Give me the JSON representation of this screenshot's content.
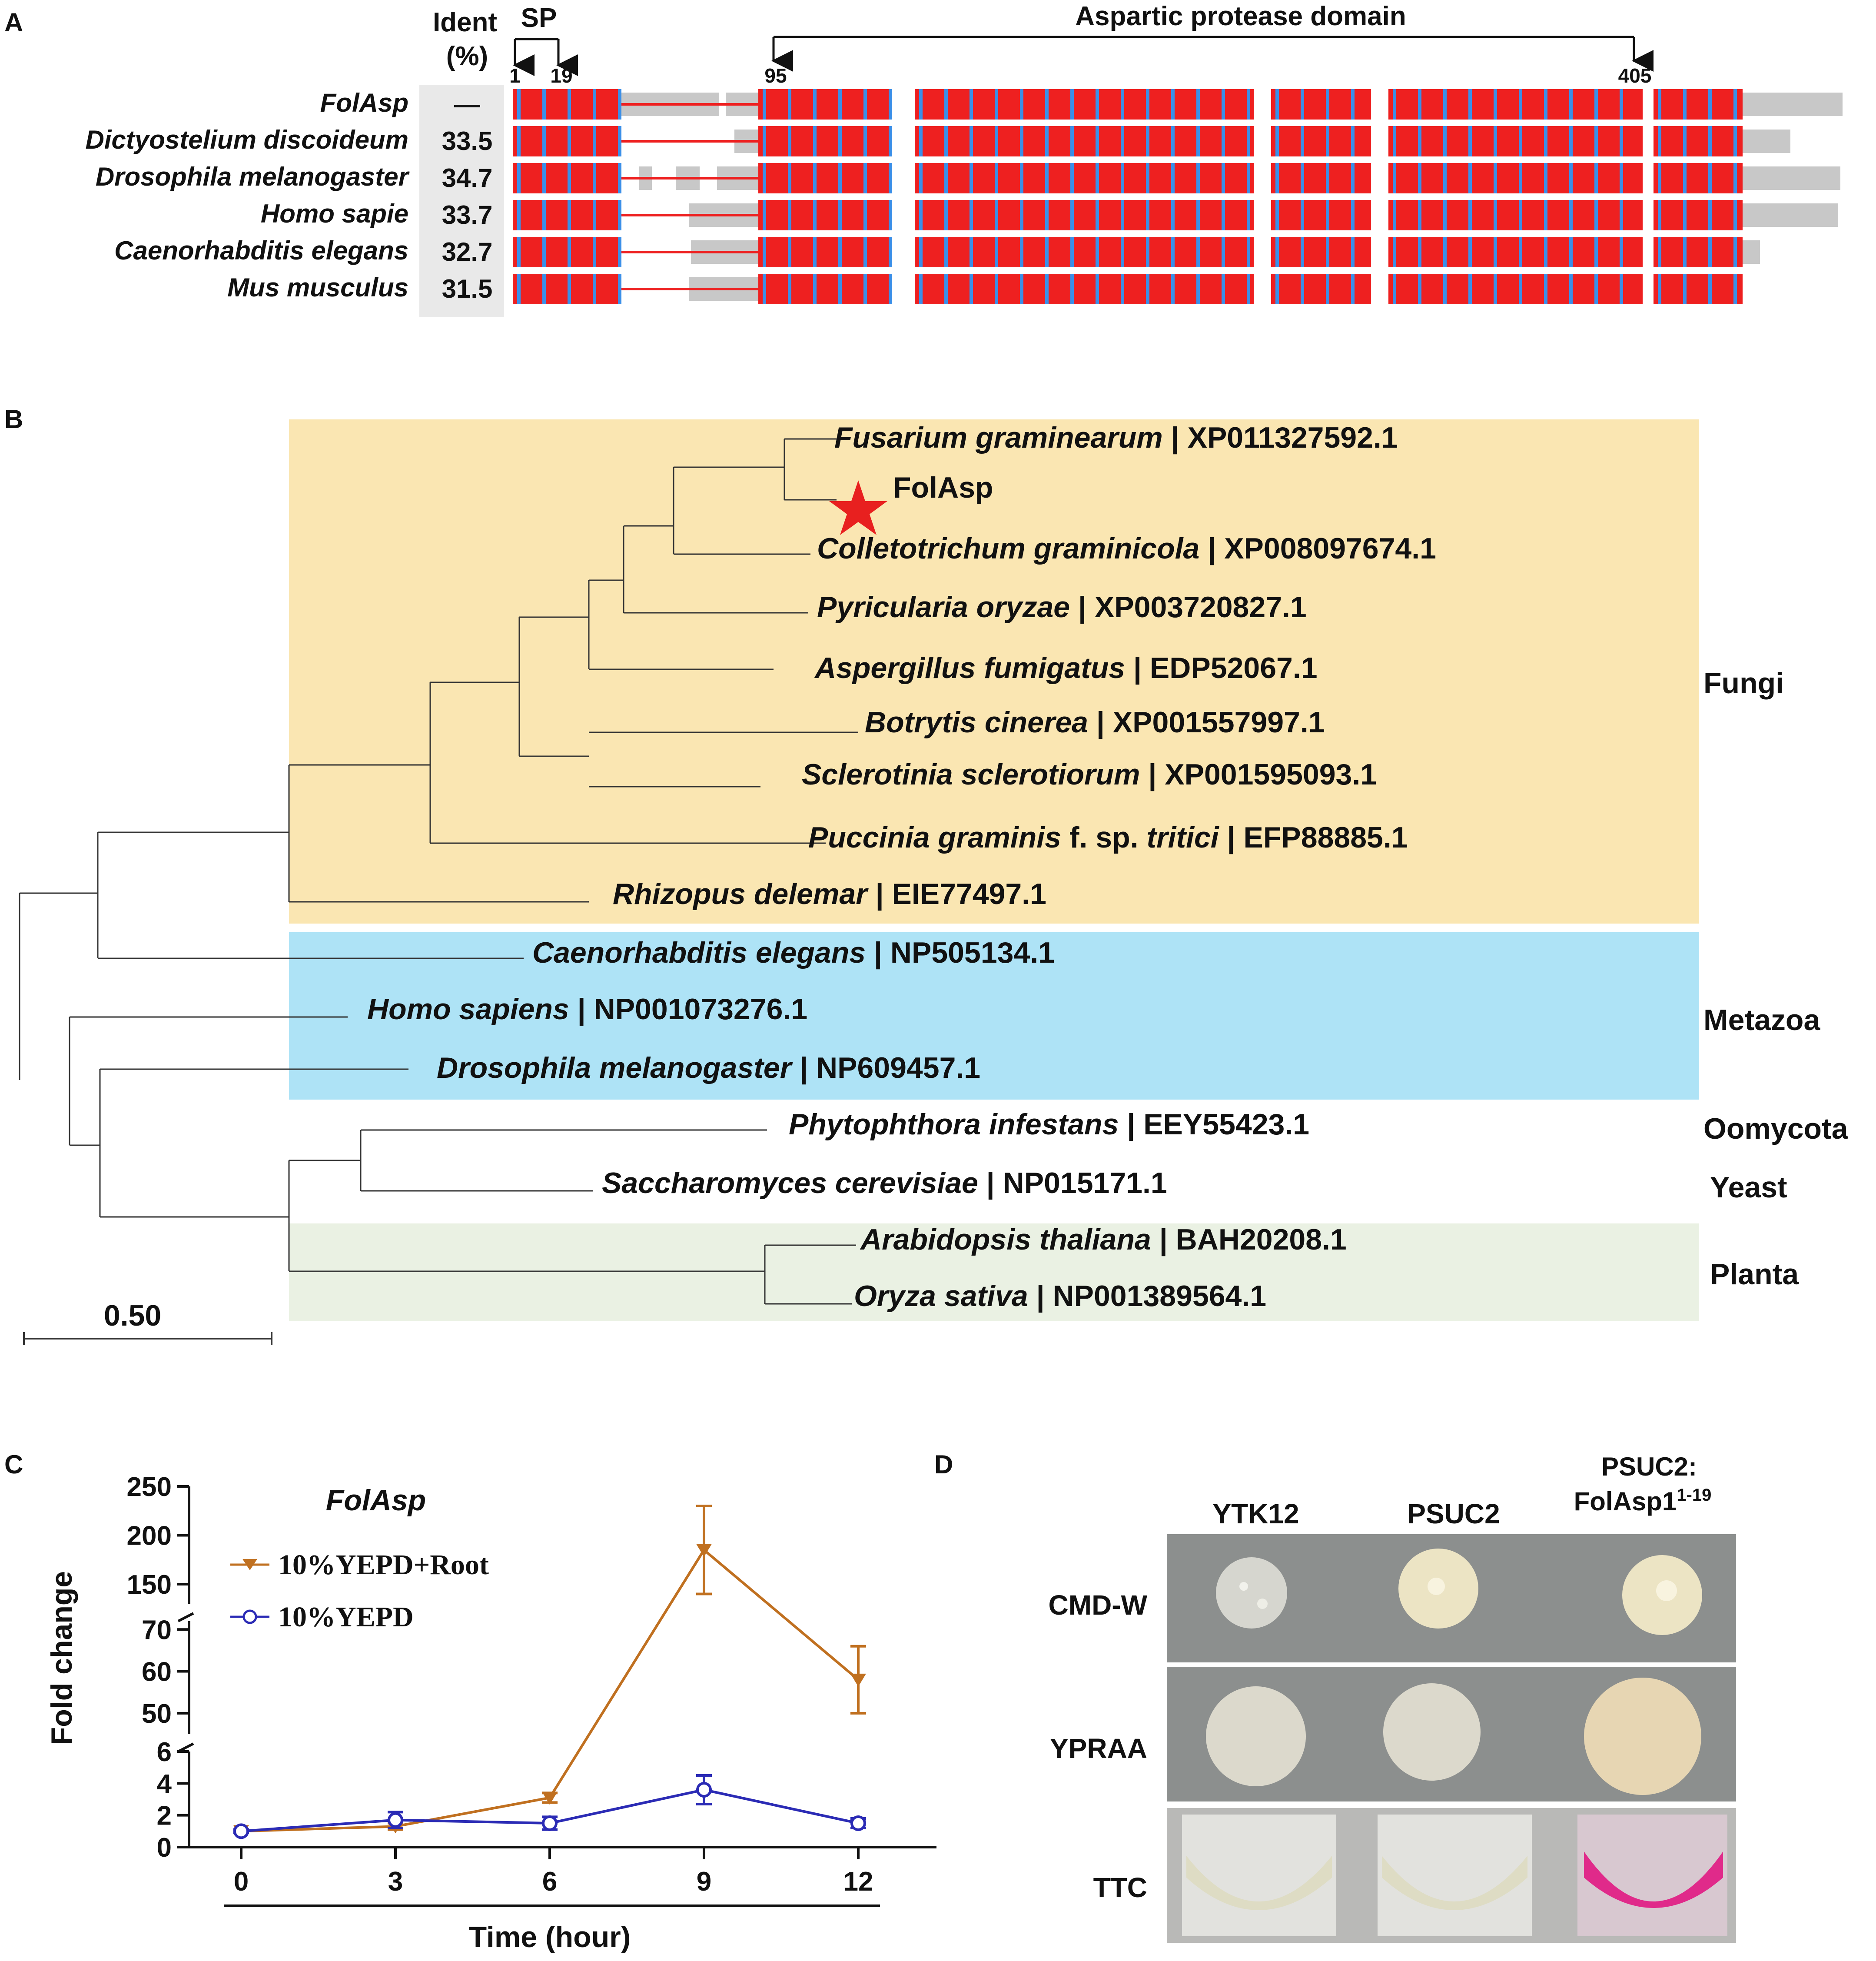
{
  "panels": {
    "A": "A",
    "B": "B",
    "C": "C",
    "D": "D"
  },
  "panelA": {
    "ident_header": "Ident",
    "ident_unit": "(%)",
    "sp_label": "SP",
    "domain_label": "Aspartic protease domain",
    "positions": [
      "1",
      "19",
      "95",
      "405"
    ],
    "rows": [
      {
        "name": "FolAsp",
        "ident": "—"
      },
      {
        "name": "Dictyostelium  discoideum",
        "ident": "33.5"
      },
      {
        "name": "Drosophila  melanogaster",
        "ident": "34.7"
      },
      {
        "name": "Homo sapie",
        "ident": "33.7"
      },
      {
        "name": "Caenorhabditis  elegans",
        "ident": "32.7"
      },
      {
        "name": "Mus musculus",
        "ident": "31.5"
      }
    ],
    "colors": {
      "conserved": "#ee2020",
      "similar": "#3a8fe8",
      "gap": "#c8c8c8"
    }
  },
  "panelB": {
    "taxa": [
      {
        "species": "Fusarium graminearum",
        "acc": "| XP011327592.1"
      },
      {
        "species": "FolAsp",
        "acc": ""
      },
      {
        "species": "Colletotrichum graminicola",
        "acc": "| XP008097674.1"
      },
      {
        "species": "Pyricularia oryzae",
        "acc": "| XP003720827.1"
      },
      {
        "species": "Aspergillus fumigatus",
        "acc": "| EDP52067.1"
      },
      {
        "species": "Botrytis cinerea",
        "acc": "| XP001557997.1"
      },
      {
        "species": "Sclerotinia sclerotiorum",
        "acc": "| XP001595093.1"
      },
      {
        "species": "Puccinia graminis",
        "mid": " f. sp. ",
        "tail": "tritici",
        "acc": " | EFP88885.1"
      },
      {
        "species": "Rhizopus delemar",
        "acc": "| EIE77497.1"
      },
      {
        "species": "Caenorhabditis elegans",
        "acc": "| NP505134.1"
      },
      {
        "species": "Homo sapiens",
        "acc": "| NP001073276.1"
      },
      {
        "species": "Drosophila melanogaster",
        "acc": "| NP609457.1"
      },
      {
        "species": "Phytophthora infestans",
        "acc": "| EEY55423.1"
      },
      {
        "species": "Saccharomyces cerevisiae",
        "acc": "| NP015171.1"
      },
      {
        "species": "Arabidopsis thaliana",
        "acc": "| BAH20208.1"
      },
      {
        "species": "Oryza sativa",
        "acc": "| NP001389564.1"
      }
    ],
    "groups": [
      "Fungi",
      "Metazoa",
      "Oomycota",
      "Yeast",
      "Planta"
    ],
    "group_colors": {
      "Fungi": "#fae6b2",
      "Metazoa": "#aee3f6",
      "Planta": "#eaf1e3"
    },
    "scale_label": "0.50",
    "marker_color": "#e8201f"
  },
  "chart_data": {
    "type": "line",
    "title": "FolAsp",
    "xlabel": "Time (hour)",
    "ylabel": "Fold change",
    "x": [
      0,
      3,
      6,
      9,
      12
    ],
    "x_ticks": [
      "0",
      "3",
      "6",
      "9",
      "12"
    ],
    "y_ticks_lower": [
      "0",
      "2",
      "4",
      "6"
    ],
    "y_ticks_middle": [
      "50",
      "60",
      "70"
    ],
    "y_ticks_upper": [
      "150",
      "200",
      "250"
    ],
    "y_segments": [
      [
        0,
        6
      ],
      [
        45,
        72
      ],
      [
        130,
        250
      ]
    ],
    "series": [
      {
        "name": "10%YEPD+Root",
        "values": [
          1.0,
          1.3,
          3.1,
          185,
          58
        ],
        "errors": [
          0.1,
          0.2,
          0.3,
          45,
          8
        ],
        "color": "#c07020",
        "marker": "triangle-down"
      },
      {
        "name": "10%YEPD",
        "values": [
          1.0,
          1.7,
          1.5,
          3.6,
          1.5
        ],
        "errors": [
          0.1,
          0.5,
          0.4,
          0.9,
          0.3
        ],
        "color": "#2b2bb5",
        "marker": "circle-open"
      }
    ],
    "legend": "top-left"
  },
  "panelD": {
    "columns": [
      "YTK12",
      "PSUC2",
      "PSUC2:"
    ],
    "col3_line2": "FolAsp1",
    "col3_sup": "1-19",
    "rows": [
      "CMD-W",
      "YPRAA",
      "TTC"
    ]
  }
}
